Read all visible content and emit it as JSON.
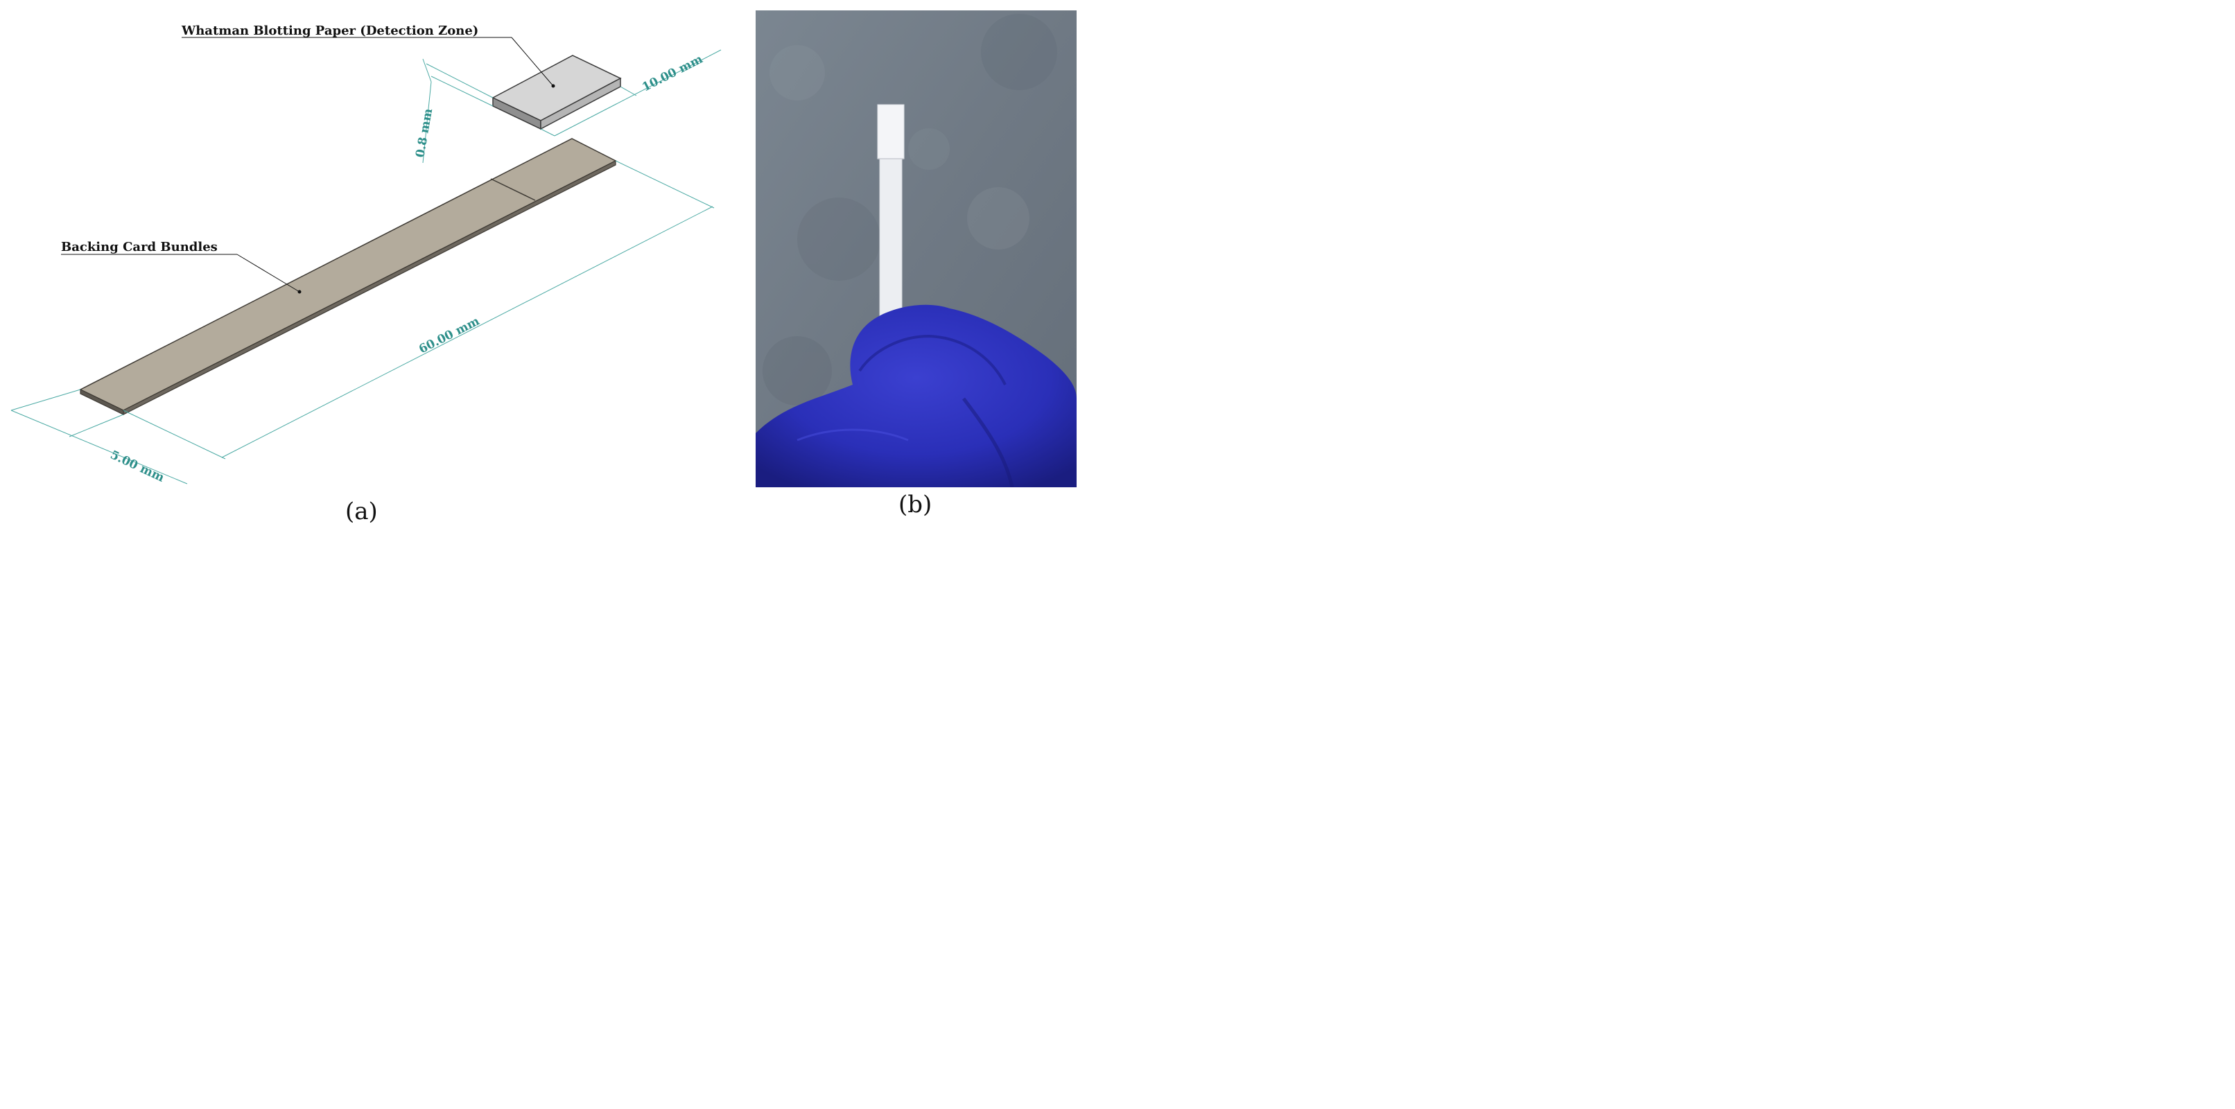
{
  "panel_a": {
    "caption": "(a)",
    "callouts": {
      "detection_zone": "Whatman Blotting Paper (Detection Zone)",
      "backing_card": "Backing Card Bundles"
    },
    "dimensions": {
      "length": "60.00 mm",
      "width": "5.00 mm",
      "zone_length": "10.00 mm",
      "thickness": "0.8 mm"
    },
    "colors": {
      "strip": "#b3ab9c",
      "zone_block": "#d4d4d4",
      "dimension": "#2d8f8a"
    }
  },
  "panel_b": {
    "caption": "(b)",
    "colors": {
      "background": "#6f7984",
      "glove": "#2a2fb8",
      "strip": "#eef0f4"
    }
  }
}
